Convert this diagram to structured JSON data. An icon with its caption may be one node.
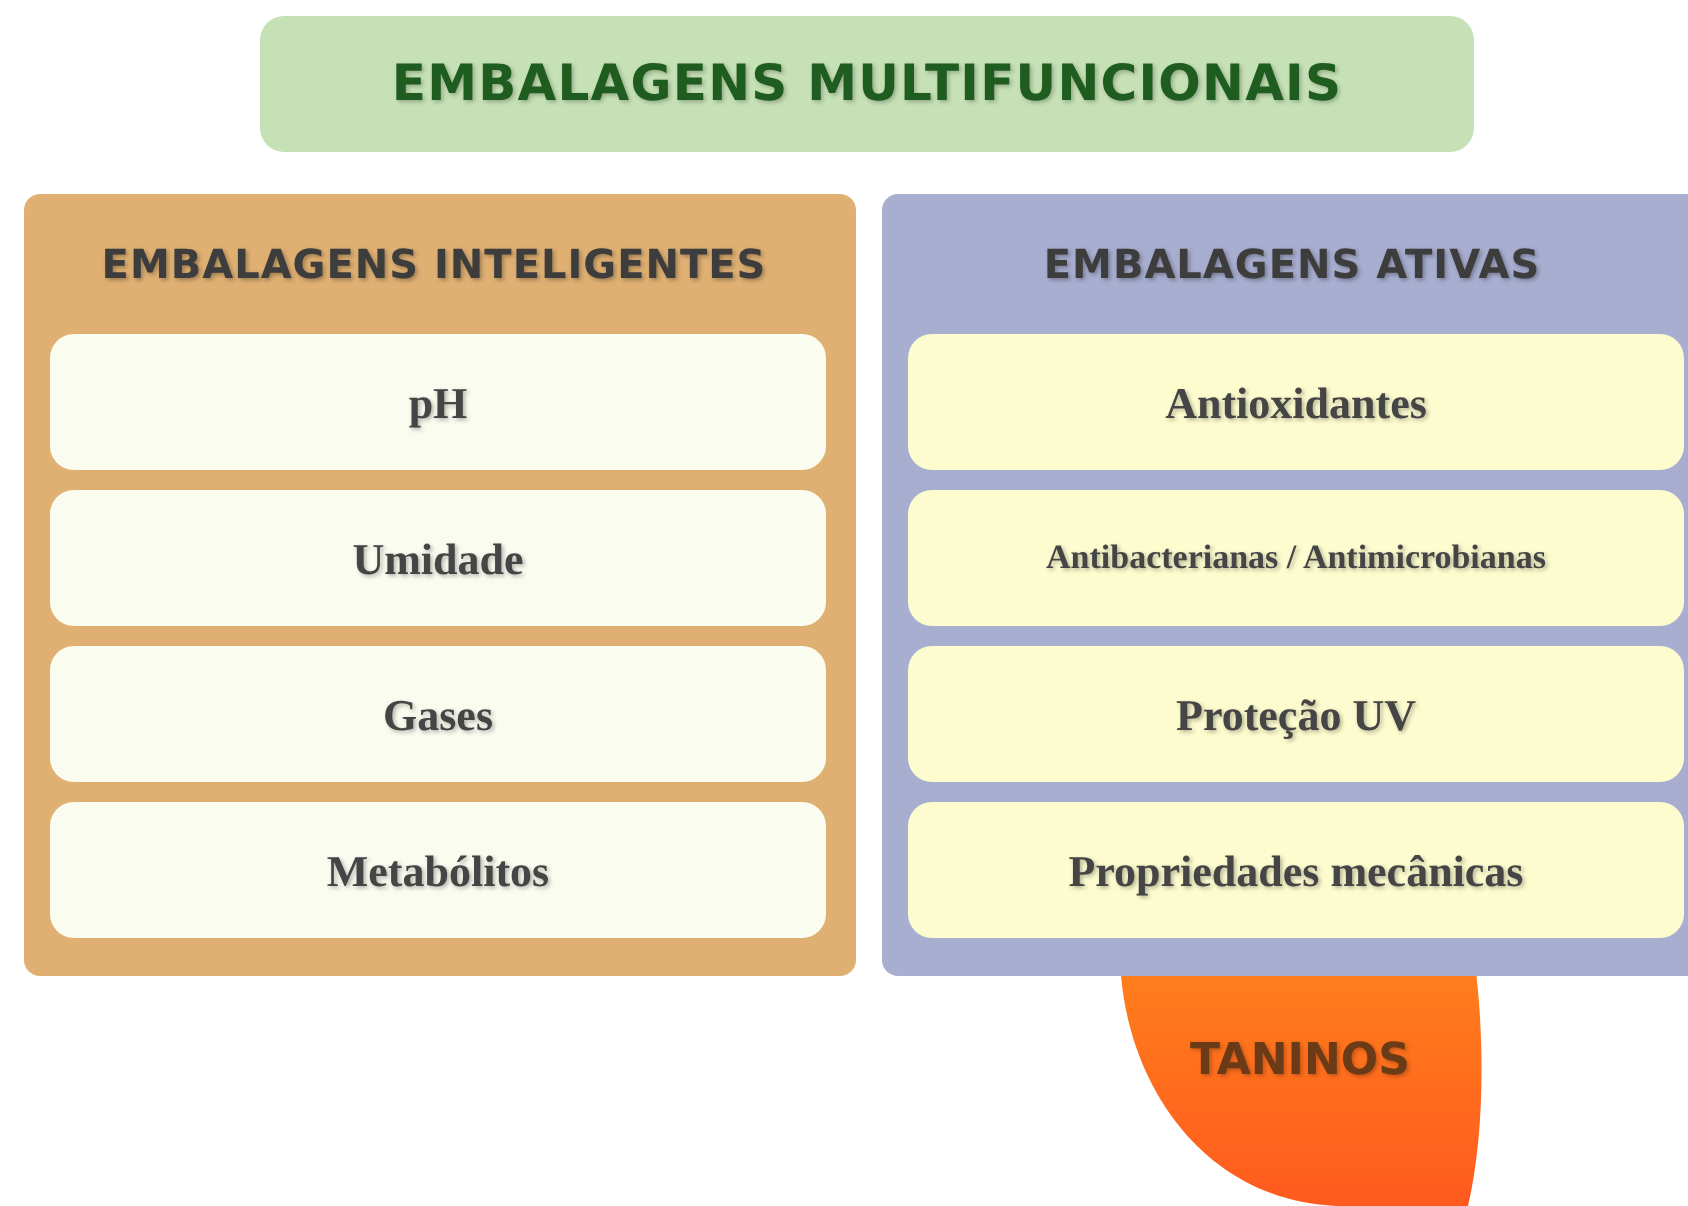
{
  "diagram": {
    "nodes": [
      {
        "text": [
          "EMBALAGENS MULTIFUNCIONAIS"
        ]
      },
      {
        "text": [
          "EMBALAGENS INTELIGENTES"
        ]
      },
      {
        "text": [
          "pH"
        ],
        "in": 1
      },
      {
        "text": [
          "Umidade"
        ],
        "in": 1
      },
      {
        "text": [
          "Gases"
        ],
        "in": 1
      },
      {
        "text": [
          "Metabólitos"
        ],
        "in": 1
      },
      {
        "text": [
          "EMBALAGENS ATIVAS"
        ]
      },
      {
        "text": [
          "Antioxidantes"
        ],
        "in": 6
      },
      {
        "text": [
          "Antibacterianas / Antimicrobianas"
        ],
        "in": 6
      },
      {
        "text": [
          "Proteção UV"
        ],
        "in": 6
      },
      {
        "text": [
          "Propriedades mecânicas"
        ],
        "in": 6
      },
      {
        "text": [
          "TANINOS"
        ]
      }
    ]
  }
}
